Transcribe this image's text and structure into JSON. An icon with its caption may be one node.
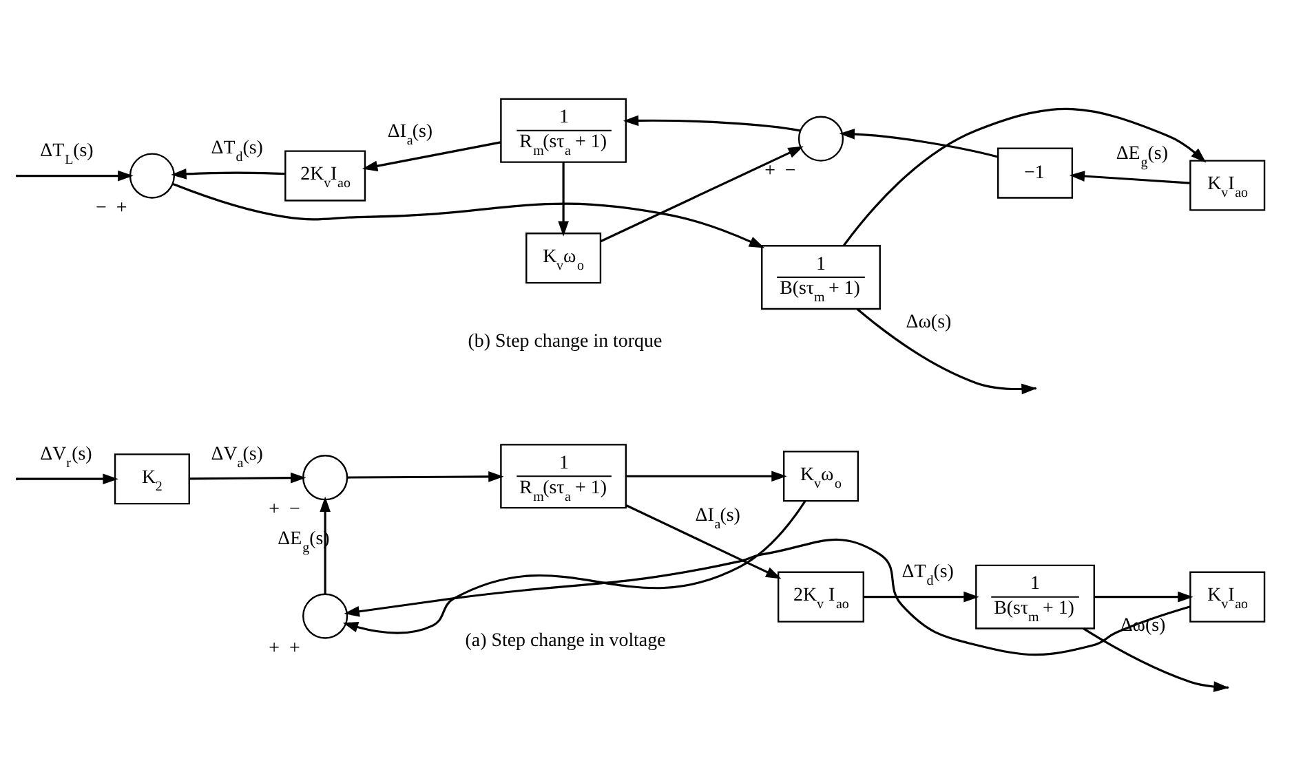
{
  "diagram": {
    "nodes": [
      {
        "text": [
          "K$_{2}$"
        ]
      },
      {
        "text": [],
        "shape": "circle",
        "beside": [
          "+",
          "−"
        ]
      },
      {
        "text": [
          "1",
          "R$_{m}$(sτ$_{a}$ + 1)"
        ]
      },
      {
        "text": [
          "2K$_{v}$ I$_{ao}$"
        ]
      },
      {
        "text": [
          "1",
          "B(sτ$_{m}$ + 1)"
        ]
      },
      {
        "text": [],
        "shape": "circle",
        "beside": [
          "+",
          "+"
        ]
      },
      {
        "text": [
          "K$_{v}$ω$_{o}$"
        ]
      },
      {
        "text": [
          "K$_{v}$I$_{ao}$"
        ]
      },
      {
        "text": [],
        "shape": "circle",
        "beside": [
          "−",
          "+"
        ]
      },
      {
        "text": [
          "1",
          "B(sτ$_{m}$ + 1)"
        ]
      },
      {
        "text": [
          "2K$_{v}$I$_{ao}$"
        ]
      },
      {
        "text": [
          "1",
          "R$_{m}$(sτ$_{a}$ + 1)"
        ]
      },
      {
        "text": [],
        "shape": "circle",
        "beside": [
          "+",
          "−"
        ]
      },
      {
        "text": [
          "−1"
        ]
      },
      {
        "text": [
          "K$_{v}$I$_{ao}$"
        ]
      },
      {
        "text": [
          "K$_{v}$ω$_{o}$"
        ]
      }
    ],
    "edges": [
      {
        "from": null,
        "to": 0,
        "arrow": "to",
        "label": "ΔV$_{r}$(s)"
      },
      {
        "from": 0,
        "to": 1,
        "arrow": "to",
        "label": "ΔV$_{a}$(s)"
      },
      {
        "from": 1,
        "to": 2,
        "arrow": "to"
      },
      {
        "from": 2,
        "to": 3,
        "arrow": "to",
        "label": "ΔI$_{a}$(s)"
      },
      {
        "from": 3,
        "to": 4,
        "arrow": "to",
        "label": "ΔT$_{d}$(s)"
      },
      {
        "from": 4,
        "to": null,
        "arrow": "to",
        "label": "Δω(s)"
      },
      {
        "from": 2,
        "to": 6,
        "arrow": "to"
      },
      {
        "from": 6,
        "to": 5,
        "arrow": "to"
      },
      {
        "from": 4,
        "to": 7,
        "arrow": "to"
      },
      {
        "from": 7,
        "to": 5,
        "arrow": "to"
      },
      {
        "from": 5,
        "to": 1,
        "arrow": "to",
        "label": "ΔE$_{g}$(s)"
      },
      {
        "from": null,
        "to": 8,
        "arrow": "to",
        "label": "ΔT$_{L}$(s)"
      },
      {
        "from": 8,
        "to": 9,
        "arrow": "to"
      },
      {
        "from": 9,
        "to": null,
        "arrow": "to",
        "label": "Δω(s)"
      },
      {
        "from": 9,
        "to": 14,
        "arrow": "to"
      },
      {
        "from": 14,
        "to": 13,
        "arrow": "to",
        "label": "ΔE$_{g}$(s)"
      },
      {
        "from": 13,
        "to": 12,
        "arrow": "to"
      },
      {
        "from": 12,
        "to": 11,
        "arrow": "to"
      },
      {
        "from": 11,
        "to": 10,
        "arrow": "to",
        "label": "ΔI$_{a}$(s)"
      },
      {
        "from": 11,
        "to": 15,
        "arrow": "to"
      },
      {
        "from": 15,
        "to": 12,
        "arrow": "to"
      },
      {
        "from": 10,
        "to": 8,
        "arrow": "to",
        "label": "ΔT$_{d}$(s)"
      }
    ],
    "labels": [
      "(a) Step change in voltage",
      "(b) Step change in torque"
    ]
  }
}
